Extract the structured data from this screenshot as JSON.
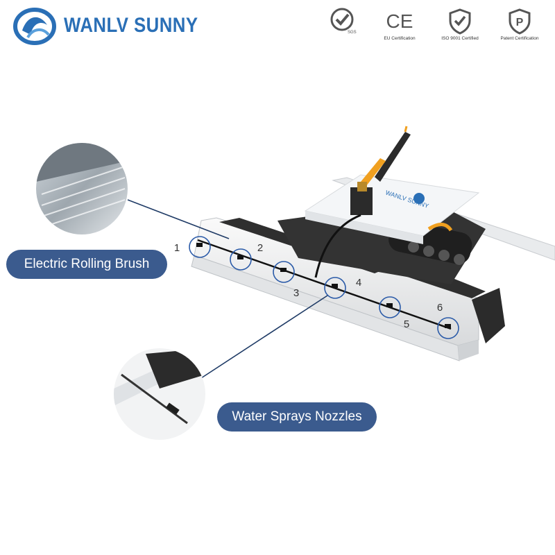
{
  "brand": {
    "name": "WANLV SUNNY",
    "color": "#2a6fb6"
  },
  "certifications": [
    {
      "icon": "sgs-check-icon",
      "label": "",
      "badge_text": "SGS"
    },
    {
      "icon": "ce-mark-icon",
      "label": "EU Certification",
      "badge_text": "CE"
    },
    {
      "icon": "shield-check-icon",
      "label": "ISO 9001 Certified"
    },
    {
      "icon": "patent-shield-icon",
      "label": "Patent Certification",
      "badge_text": "P"
    }
  ],
  "callouts": {
    "brush": "Electric Rolling Brush",
    "nozzles": "Water Sprays Nozzles"
  },
  "nozzle_numbers": [
    "1",
    "2",
    "3",
    "4",
    "5",
    "6"
  ],
  "colors": {
    "callout_bg": "#3b5b8e",
    "accent_orange": "#f0a020",
    "robot_body": "#f4f6f8",
    "track_dark": "#2b2b2b"
  }
}
